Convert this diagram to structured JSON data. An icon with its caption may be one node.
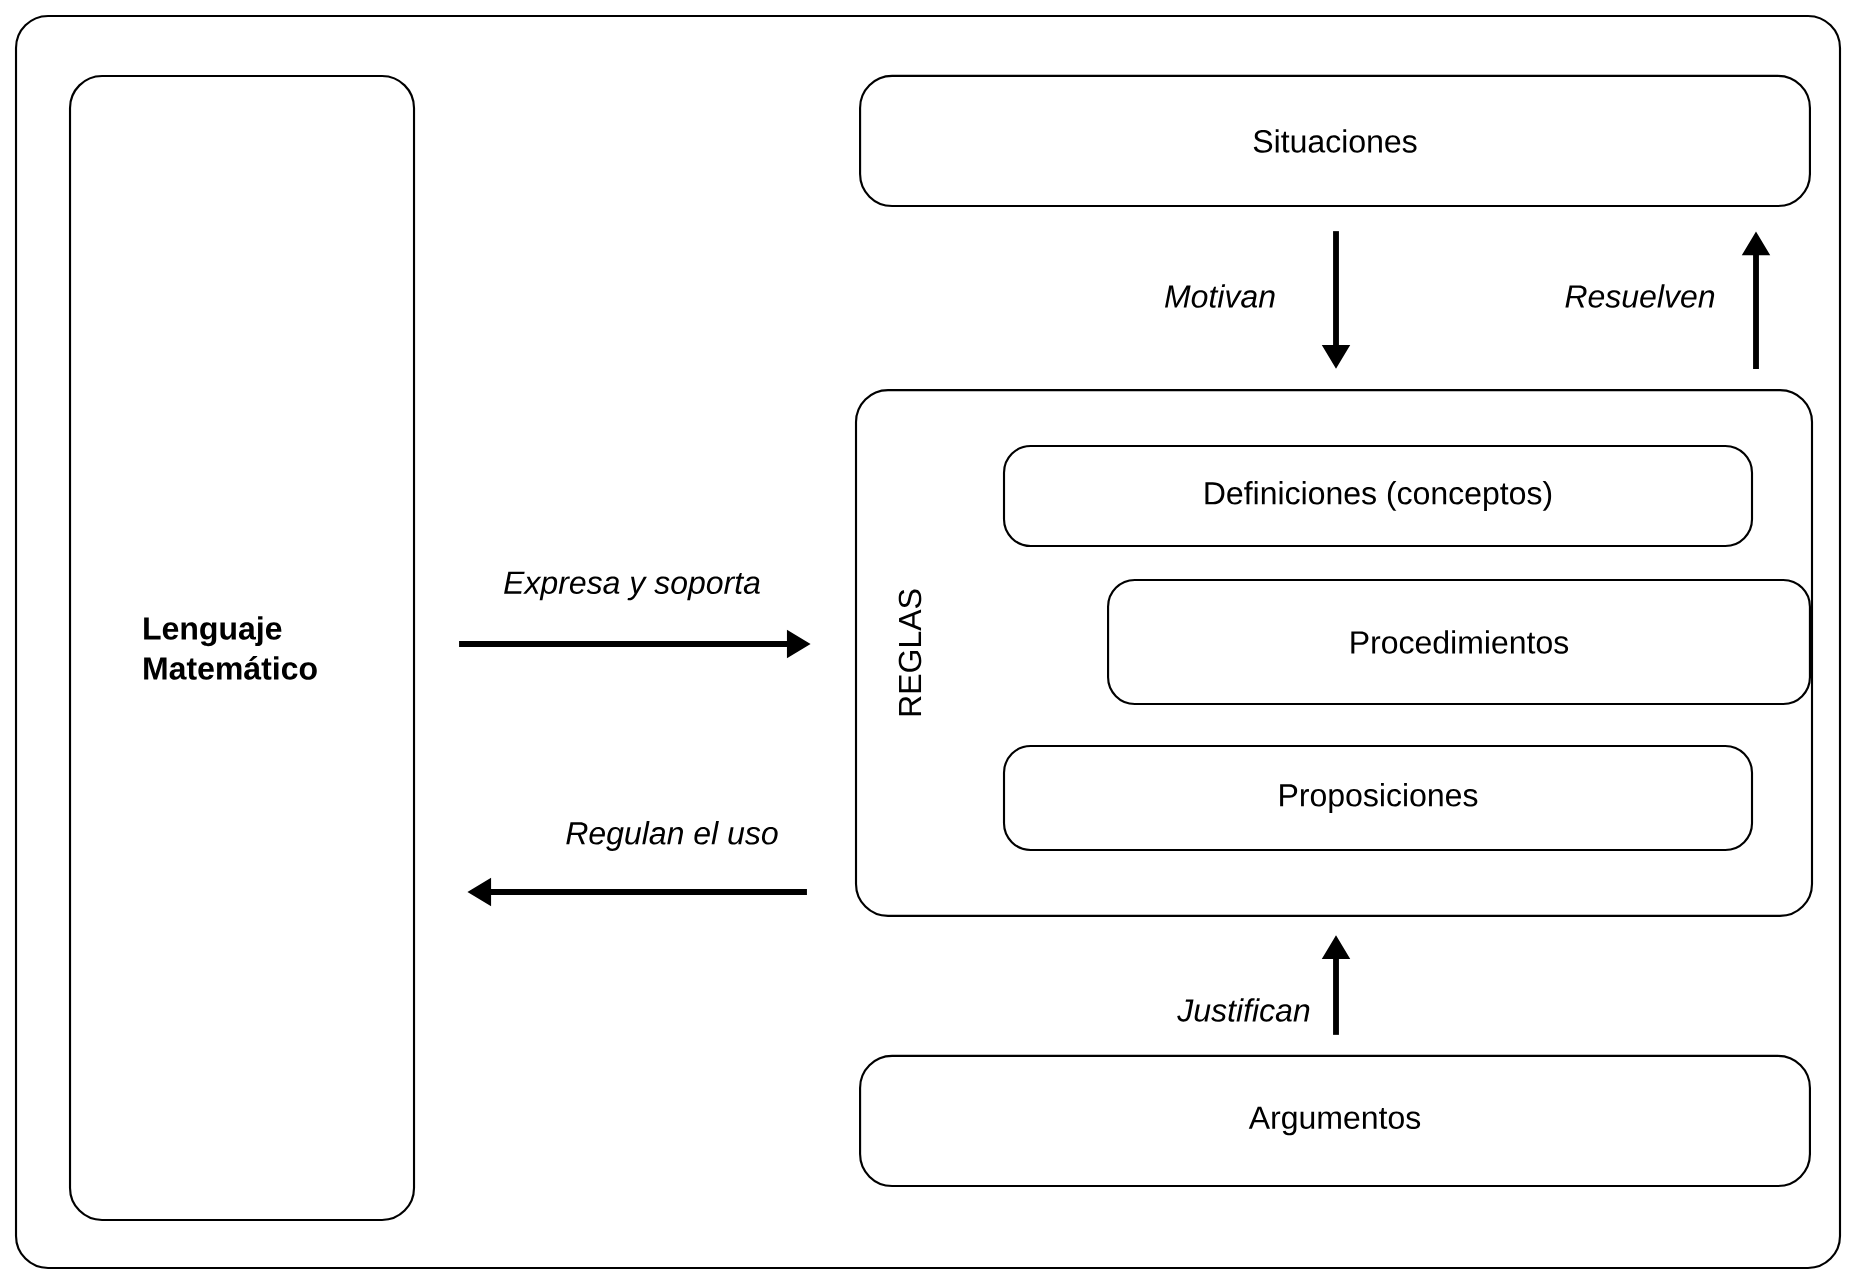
{
  "diagram": {
    "nodes": [
      {
        "text": [
          "Lenguaje Matemático"
        ]
      },
      {
        "text": [
          "Situaciones"
        ]
      },
      {
        "text": [
          "REGLAS"
        ]
      },
      {
        "text": [
          "Definiciones (conceptos)"
        ],
        "in": 2
      },
      {
        "text": [
          "Procedimientos"
        ],
        "in": 2
      },
      {
        "text": [
          "Proposiciones"
        ],
        "in": 2
      },
      {
        "text": [
          "Argumentos"
        ]
      }
    ],
    "edges": [
      {
        "from": 1,
        "to": 2,
        "arrow": "to",
        "label": "Motivan"
      },
      {
        "from": 2,
        "to": 1,
        "arrow": "to",
        "label": "Resuelven"
      },
      {
        "from": 0,
        "to": 2,
        "arrow": "to",
        "label": "Expresa y soporta"
      },
      {
        "from": 2,
        "to": 0,
        "arrow": "to",
        "label": "Regulan el uso"
      },
      {
        "from": 6,
        "to": 2,
        "arrow": "to",
        "label": "Justifican"
      }
    ]
  }
}
